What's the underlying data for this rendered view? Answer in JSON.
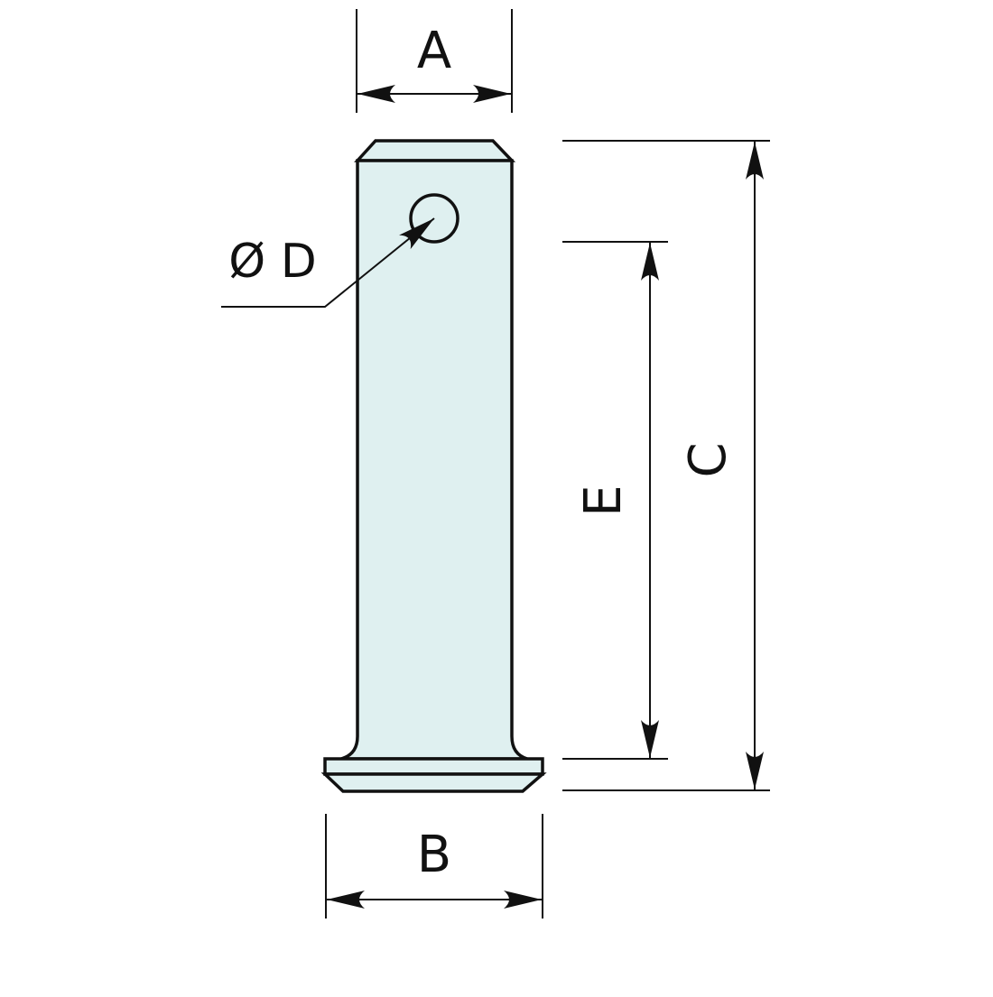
{
  "labels": {
    "a": "A",
    "b": "B",
    "c": "C",
    "d": "Ø D",
    "e": "E"
  },
  "colors": {
    "pin_fill": "#dff0f0",
    "line": "#111111",
    "background": "#ffffff"
  }
}
